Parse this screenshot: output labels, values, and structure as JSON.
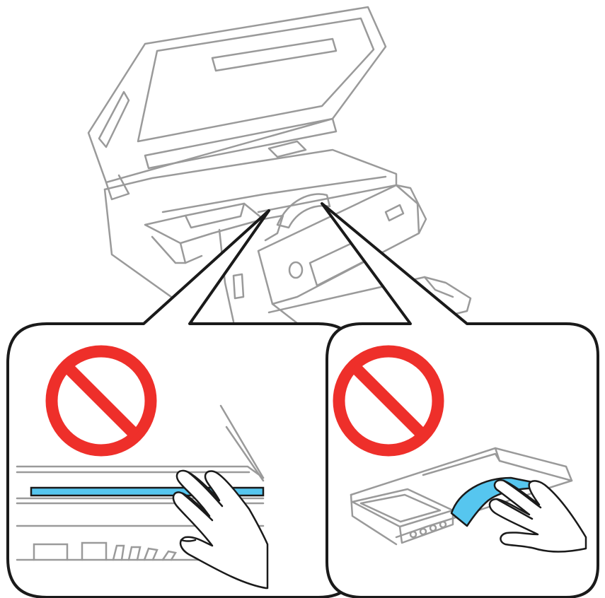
{
  "figure": {
    "background": "#ffffff",
    "colors": {
      "outline": "#9a9a9a",
      "callout_line": "#1a1a1a",
      "prohibition": "#ee2f2a",
      "highlight": "#56c6ef"
    }
  },
  "printer": {
    "icon": "printer-open-scanner-icon",
    "parts": [
      "scanner-lid",
      "scanner-glass-area",
      "internal-cable",
      "control-panel",
      "paper-tray"
    ]
  },
  "callouts": [
    {
      "id": "left",
      "prohibition_icon": "no-symbol-icon",
      "hand_icon": "hand-icon",
      "highlighted_part": "flat-white-cable"
    },
    {
      "id": "right",
      "prohibition_icon": "no-symbol-icon",
      "hand_icon": "hand-icon",
      "highlighted_part": "translucent-tube"
    }
  ]
}
